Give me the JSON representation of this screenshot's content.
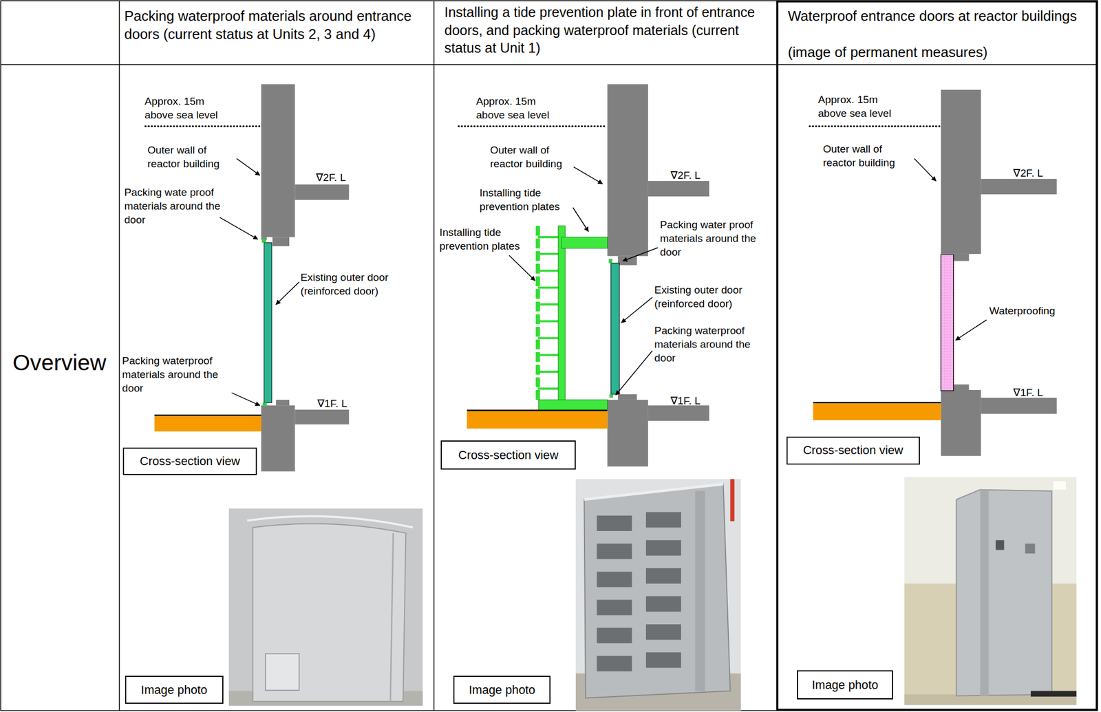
{
  "diagram": {
    "nodes": [
      {
        "text": [
          "Cross-section view"
        ]
      },
      {
        "text": [
          "Image photo"
        ]
      },
      {
        "text": [
          "Cross-section view"
        ]
      },
      {
        "text": [
          "Image photo"
        ]
      },
      {
        "text": [
          "Cross-section view"
        ]
      },
      {
        "text": [
          "Image photo"
        ]
      }
    ],
    "labels": [
      "Packing waterproof materials around entrance doors (current status at Units 2, 3 and 4)",
      "Installing a tide prevention plate in front of entrance doors, and packing waterproof materials (current status at Unit 1)",
      "Waterproof entrance doors at reactor buildings",
      "(image of permanent measures)",
      "Overview",
      "Approx. 15m above sea level",
      "Outer wall of reactor building",
      "∇2F. L",
      "Packing wate proof materials around the door",
      "Existing outer door (reinforced door)",
      "Packing waterproof materials around the door",
      "∇1F. L",
      "Approx. 15m above sea level",
      "Outer wall of reactor building",
      "∇2F. L",
      "Installing tide prevention plates",
      "Installing tide prevention plates",
      "Packing water proof materials around the door",
      "Existing outer door (reinforced door)",
      "Packing waterproof materials around the door",
      "∇1F. L",
      "Approx. 15m above sea level",
      "Outer wall of reactor building",
      "∇2F. L",
      "Waterproofing",
      "∇1F. L"
    ]
  }
}
